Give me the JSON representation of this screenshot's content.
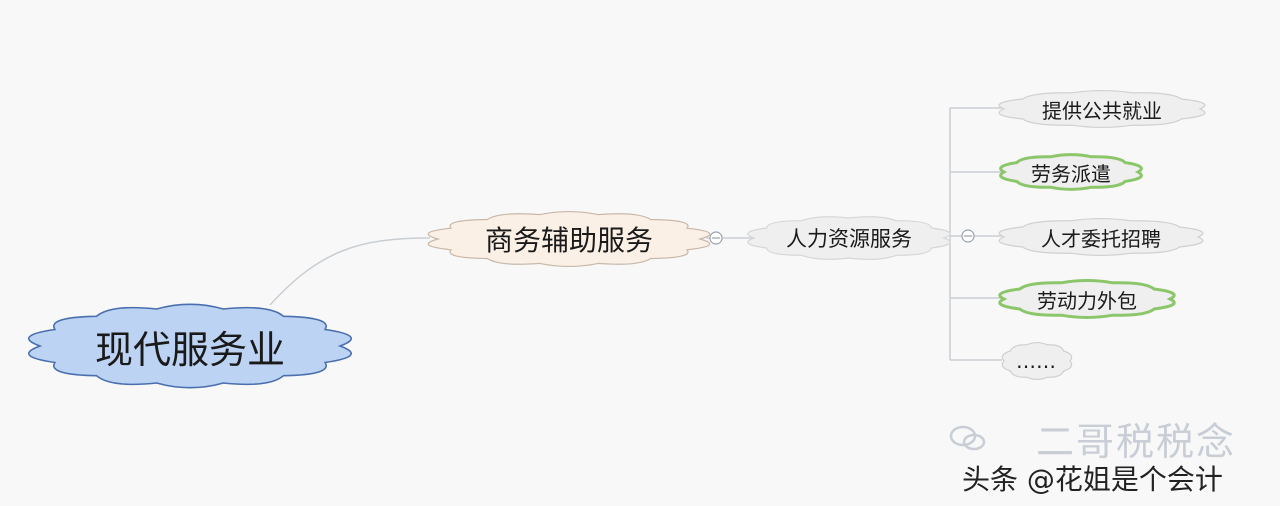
{
  "mindmap": {
    "root": {
      "label": "现代服务业"
    },
    "level1": {
      "label": "商务辅助服务"
    },
    "level2": {
      "label": "人力资源服务"
    },
    "leaves": [
      {
        "label": "提供公共就业",
        "border": "#d0d0d0"
      },
      {
        "label": "劳务派遣",
        "border": "#8cc66b"
      },
      {
        "label": "人才委托招聘",
        "border": "#d0d0d0"
      },
      {
        "label": "劳动力外包",
        "border": "#8cc66b"
      },
      {
        "label": "……",
        "border": "#d0d0d0"
      }
    ]
  },
  "colors": {
    "root_fill": "#bcd3f4",
    "root_stroke": "#4a6fae",
    "level1_fill": "#fbf0e6",
    "level1_stroke": "#c8b8a8",
    "leaf_fill": "#efefef",
    "line": "#bfc6cc"
  },
  "watermarks": {
    "account": "二哥税税念",
    "platform": "头条 @花姐是个会计"
  }
}
